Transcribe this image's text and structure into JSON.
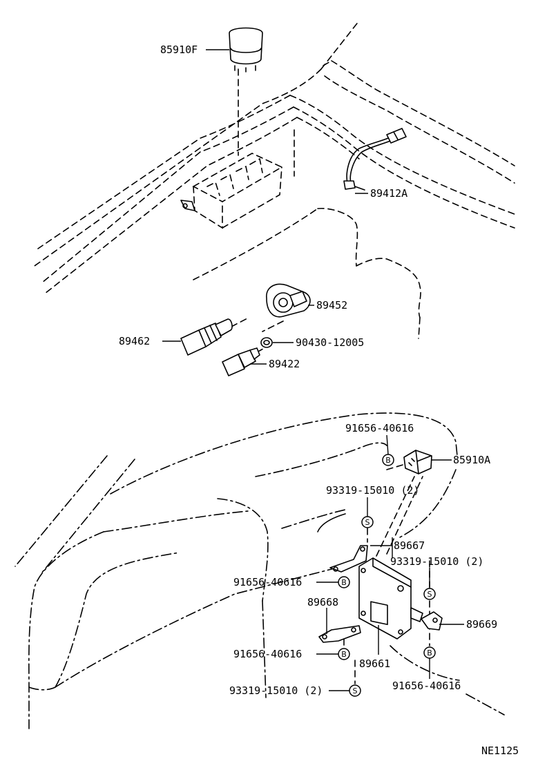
{
  "labels": {
    "p85910F": "85910F",
    "p89412A": "89412A",
    "p89452": "89452",
    "p89462": "89462",
    "p90430": "90430-12005",
    "p89422": "89422",
    "p91656_top": "91656-40616",
    "p85910A": "85910A",
    "p93319_top": "93319-15010 (2)",
    "p89667": "89667",
    "p93319_right": "93319-15010 (2)",
    "p91656_mid": "91656-40616",
    "p89668": "89668",
    "p89669": "89669",
    "p91656_low": "91656-40616",
    "p89661": "89661",
    "p93319_bottom": "93319-15010 (2)",
    "p91656_right": "91656-40616",
    "figure_code": "NE1125"
  },
  "badges": {
    "bolt": "B",
    "screw": "S"
  }
}
